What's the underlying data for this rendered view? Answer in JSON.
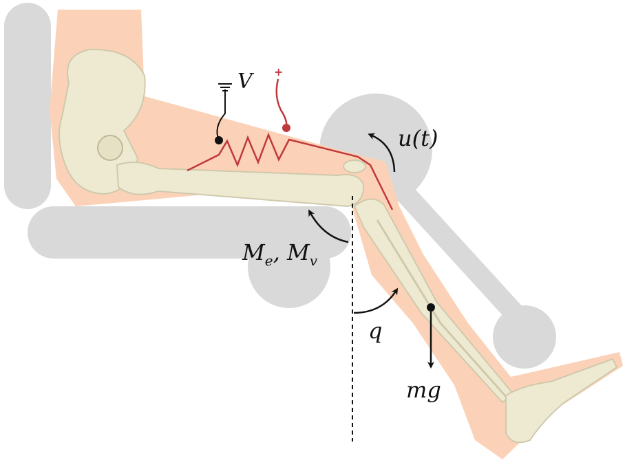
{
  "labels": {
    "voltage": "V",
    "positive_terminal": "+",
    "control_torque": "u(t)",
    "elastic_moment": "M",
    "elastic_moment_subscript": "e",
    "separator": ", ",
    "viscous_moment": "M",
    "viscous_moment_subscript": "v",
    "angle": "q",
    "gravity": "mg"
  },
  "colors": {
    "skin": "#fbd2b7",
    "chair": "#d9d9d9",
    "bone": "#eeead2",
    "bone_shade": "#cfc9ac",
    "electrode_wire": "#c0393b",
    "annotation": "#111111"
  }
}
